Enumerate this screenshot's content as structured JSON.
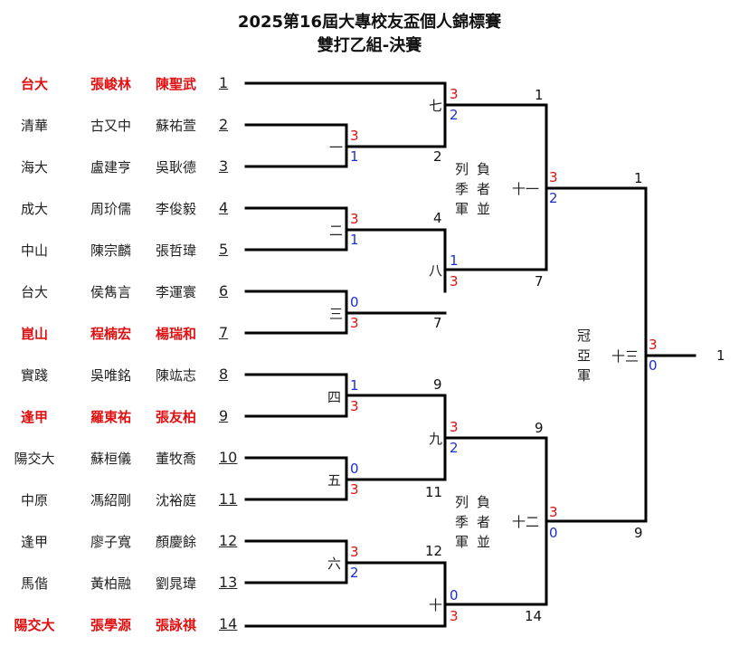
{
  "title": "2025第16屆大專校友盃個人錦標賽",
  "subtitle": "雙打乙組-決賽",
  "teams": [
    {
      "seed": "1",
      "school": "台大",
      "p1": "張峻林",
      "p2": "陳聖武",
      "win": true
    },
    {
      "seed": "2",
      "school": "清華",
      "p1": "古又中",
      "p2": "蘇祐萱",
      "win": false
    },
    {
      "seed": "3",
      "school": "海大",
      "p1": "盧建亨",
      "p2": "吳耿德",
      "win": false
    },
    {
      "seed": "4",
      "school": "成大",
      "p1": "周玠儒",
      "p2": "李俊毅",
      "win": false
    },
    {
      "seed": "5",
      "school": "中山",
      "p1": "陳宗麟",
      "p2": "張哲瑋",
      "win": false
    },
    {
      "seed": "6",
      "school": "台大",
      "p1": "侯雋言",
      "p2": "李運寰",
      "win": false
    },
    {
      "seed": "7",
      "school": "崑山",
      "p1": "程楠宏",
      "p2": "楊瑞和",
      "win": true
    },
    {
      "seed": "8",
      "school": "實踐",
      "p1": "吳唯銘",
      "p2": "陳竑志",
      "win": false
    },
    {
      "seed": "9",
      "school": "逢甲",
      "p1": "羅東祐",
      "p2": "張友柏",
      "win": true
    },
    {
      "seed": "10",
      "school": "陽交大",
      "p1": "蘇桓儀",
      "p2": "董牧喬",
      "win": false
    },
    {
      "seed": "11",
      "school": "中原",
      "p1": "馮紹剛",
      "p2": "沈裕庭",
      "win": false
    },
    {
      "seed": "12",
      "school": "逢甲",
      "p1": "廖子寬",
      "p2": "顏慶餘",
      "win": false
    },
    {
      "seed": "13",
      "school": "馬偕",
      "p1": "黃柏融",
      "p2": "劉晁瑋",
      "win": false
    },
    {
      "seed": "14",
      "school": "陽交大",
      "p1": "張學源",
      "p2": "張詠祺",
      "win": true
    }
  ],
  "matches": {
    "m1": {
      "label": "一",
      "top_score": "3",
      "bottom_score": "1",
      "winner": "2"
    },
    "m2": {
      "label": "二",
      "top_score": "3",
      "bottom_score": "1",
      "winner": "4"
    },
    "m3": {
      "label": "三",
      "top_score": "0",
      "bottom_score": "3",
      "winner": "7"
    },
    "m4": {
      "label": "四",
      "top_score": "1",
      "bottom_score": "3",
      "winner": "9"
    },
    "m5": {
      "label": "五",
      "top_score": "0",
      "bottom_score": "3",
      "winner": "11"
    },
    "m6": {
      "label": "六",
      "top_score": "3",
      "bottom_score": "2",
      "winner": "12"
    },
    "m7": {
      "label": "七",
      "top_score": "3",
      "bottom_score": "2",
      "winner": "1"
    },
    "m8": {
      "label": "八",
      "top_score": "1",
      "bottom_score": "3",
      "winner": "7"
    },
    "m9": {
      "label": "九",
      "top_score": "3",
      "bottom_score": "2",
      "winner": "9"
    },
    "m10": {
      "label": "十",
      "top_score": "0",
      "bottom_score": "3",
      "winner": "14"
    },
    "m11": {
      "label": "十一",
      "top_score": "3",
      "bottom_score": "2",
      "winner": "1"
    },
    "m12": {
      "label": "十二",
      "top_score": "3",
      "bottom_score": "0",
      "winner": "9"
    },
    "m13": {
      "label": "十三",
      "top_score": "3",
      "bottom_score": "0",
      "winner": "1"
    }
  },
  "notes": {
    "tie_top": [
      "列",
      "負",
      "季",
      "者",
      "軍",
      "並"
    ],
    "tie_bottom": [
      "列",
      "負",
      "季",
      "者",
      "軍",
      "並"
    ],
    "final_labels": [
      "冠",
      "亞",
      "軍"
    ]
  },
  "colors": {
    "winner": "#e01010",
    "score_win": "#e01010",
    "score_lose": "#1a2fd0",
    "line": "#000000"
  }
}
